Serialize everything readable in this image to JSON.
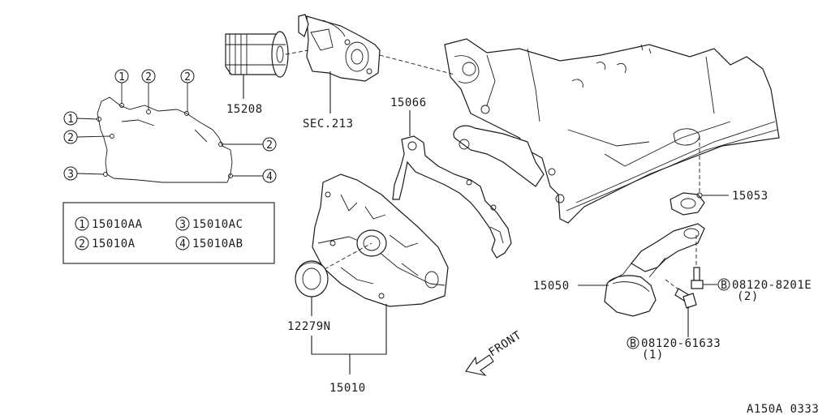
{
  "diagram_id": "A150A 0333",
  "parts": {
    "oil_filter": "15208",
    "filter_bracket": "SEC.213",
    "gasket": "15066",
    "strainer_gasket": "15053",
    "strainer": "15050",
    "front_seal": "12279N",
    "oil_pump_assy": "15010"
  },
  "bolts": [
    {
      "marker": "B",
      "part_no": "08120-8201E",
      "qty": "(2)"
    },
    {
      "marker": "B",
      "part_no": "08120-61633",
      "qty": "(1)"
    }
  ],
  "front_label": "FRONT",
  "legend": [
    {
      "num": "1",
      "part_no": "15010AA"
    },
    {
      "num": "2",
      "part_no": "15010A"
    },
    {
      "num": "3",
      "part_no": "15010AC"
    },
    {
      "num": "4",
      "part_no": "15010AB"
    }
  ],
  "callouts": {
    "top": [
      "1",
      "2",
      "2"
    ],
    "left": [
      "1",
      "2",
      "3"
    ],
    "right": [
      "2",
      "4"
    ]
  }
}
